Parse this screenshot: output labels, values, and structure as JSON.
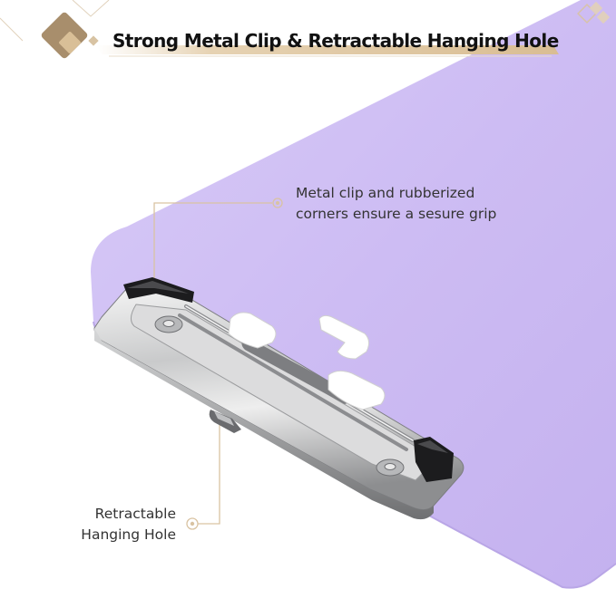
{
  "banner": {
    "title": "Strong Metal Clip & Retractable Hanging Hole",
    "accent_color": "#c8a97a"
  },
  "board": {
    "color": "#cfbef4"
  },
  "callouts": {
    "clip": {
      "line1": "Metal clip and rubberized",
      "line2": "corners ensure a sesure grip"
    },
    "hole": {
      "line1": "Retractable",
      "line2": "Hanging Hole"
    },
    "leader_color": "#d9c3a2"
  }
}
